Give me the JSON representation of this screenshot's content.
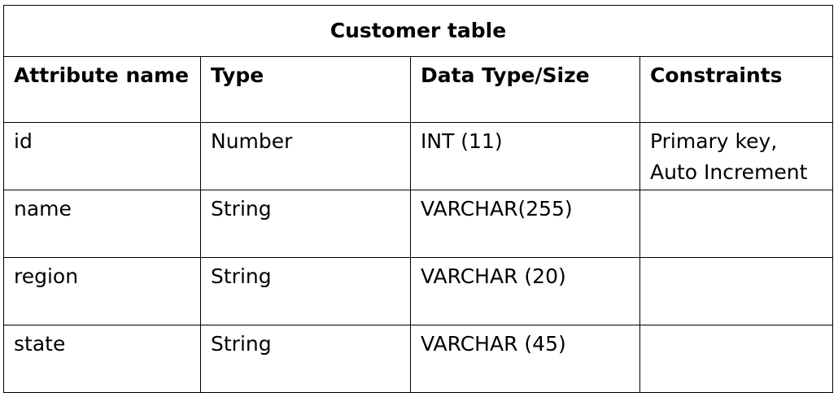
{
  "table": {
    "title": "Customer table",
    "headers": [
      "Attribute name",
      "Type",
      "Data Type/Size",
      "Constraints"
    ],
    "rows": [
      {
        "attribute": "id",
        "type": "Number",
        "data_type": "INT (11)",
        "constraints": [
          "Primary key,",
          "Auto Increment"
        ]
      },
      {
        "attribute": "name",
        "type": "String",
        "data_type": "VARCHAR(255)",
        "constraints": []
      },
      {
        "attribute": "region",
        "type": "String",
        "data_type": "VARCHAR (20)",
        "constraints": []
      },
      {
        "attribute": "state",
        "type": "String",
        "data_type": "VARCHAR (45)",
        "constraints": []
      }
    ]
  }
}
